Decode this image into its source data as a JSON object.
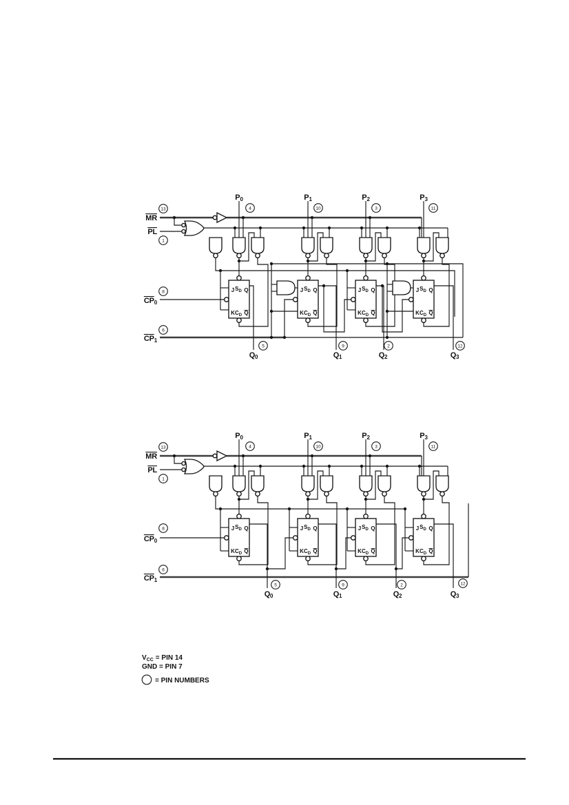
{
  "signals": {
    "mr": {
      "label": "MR",
      "pin": "13"
    },
    "pl": {
      "label": "PL",
      "pin": "1"
    },
    "cp0": {
      "base": "CP",
      "sub": "0",
      "pin": "8"
    },
    "cp1": {
      "base": "CP",
      "sub": "1",
      "pin": "6"
    },
    "p": [
      {
        "base": "P",
        "sub": "0",
        "pin": "4"
      },
      {
        "base": "P",
        "sub": "1",
        "pin": "10"
      },
      {
        "base": "P",
        "sub": "2",
        "pin": "3"
      },
      {
        "base": "P",
        "sub": "3",
        "pin": "11"
      }
    ],
    "q": [
      {
        "base": "Q",
        "sub": "0",
        "pin": "5"
      },
      {
        "base": "Q",
        "sub": "1",
        "pin": "9"
      },
      {
        "base": "Q",
        "sub": "2",
        "pin": "2"
      },
      {
        "base": "Q",
        "sub": "3",
        "pin": "12"
      }
    ]
  },
  "flipflop": {
    "j": "J",
    "set_base": "S",
    "set_sub": "D",
    "q": "Q",
    "k": "K",
    "clear_base": "C",
    "clear_sub": "D",
    "q_bar": "Q"
  },
  "legend": {
    "vcc_base": "V",
    "vcc_sub": "CC",
    "vcc_value": "= PIN 14",
    "gnd": "GND = PIN 7",
    "pin_symbol_meaning": "= PIN NUMBERS"
  },
  "colors": {
    "ink": "#161616",
    "thick_line": "#3c3c3c",
    "paper": "#ffffff"
  }
}
